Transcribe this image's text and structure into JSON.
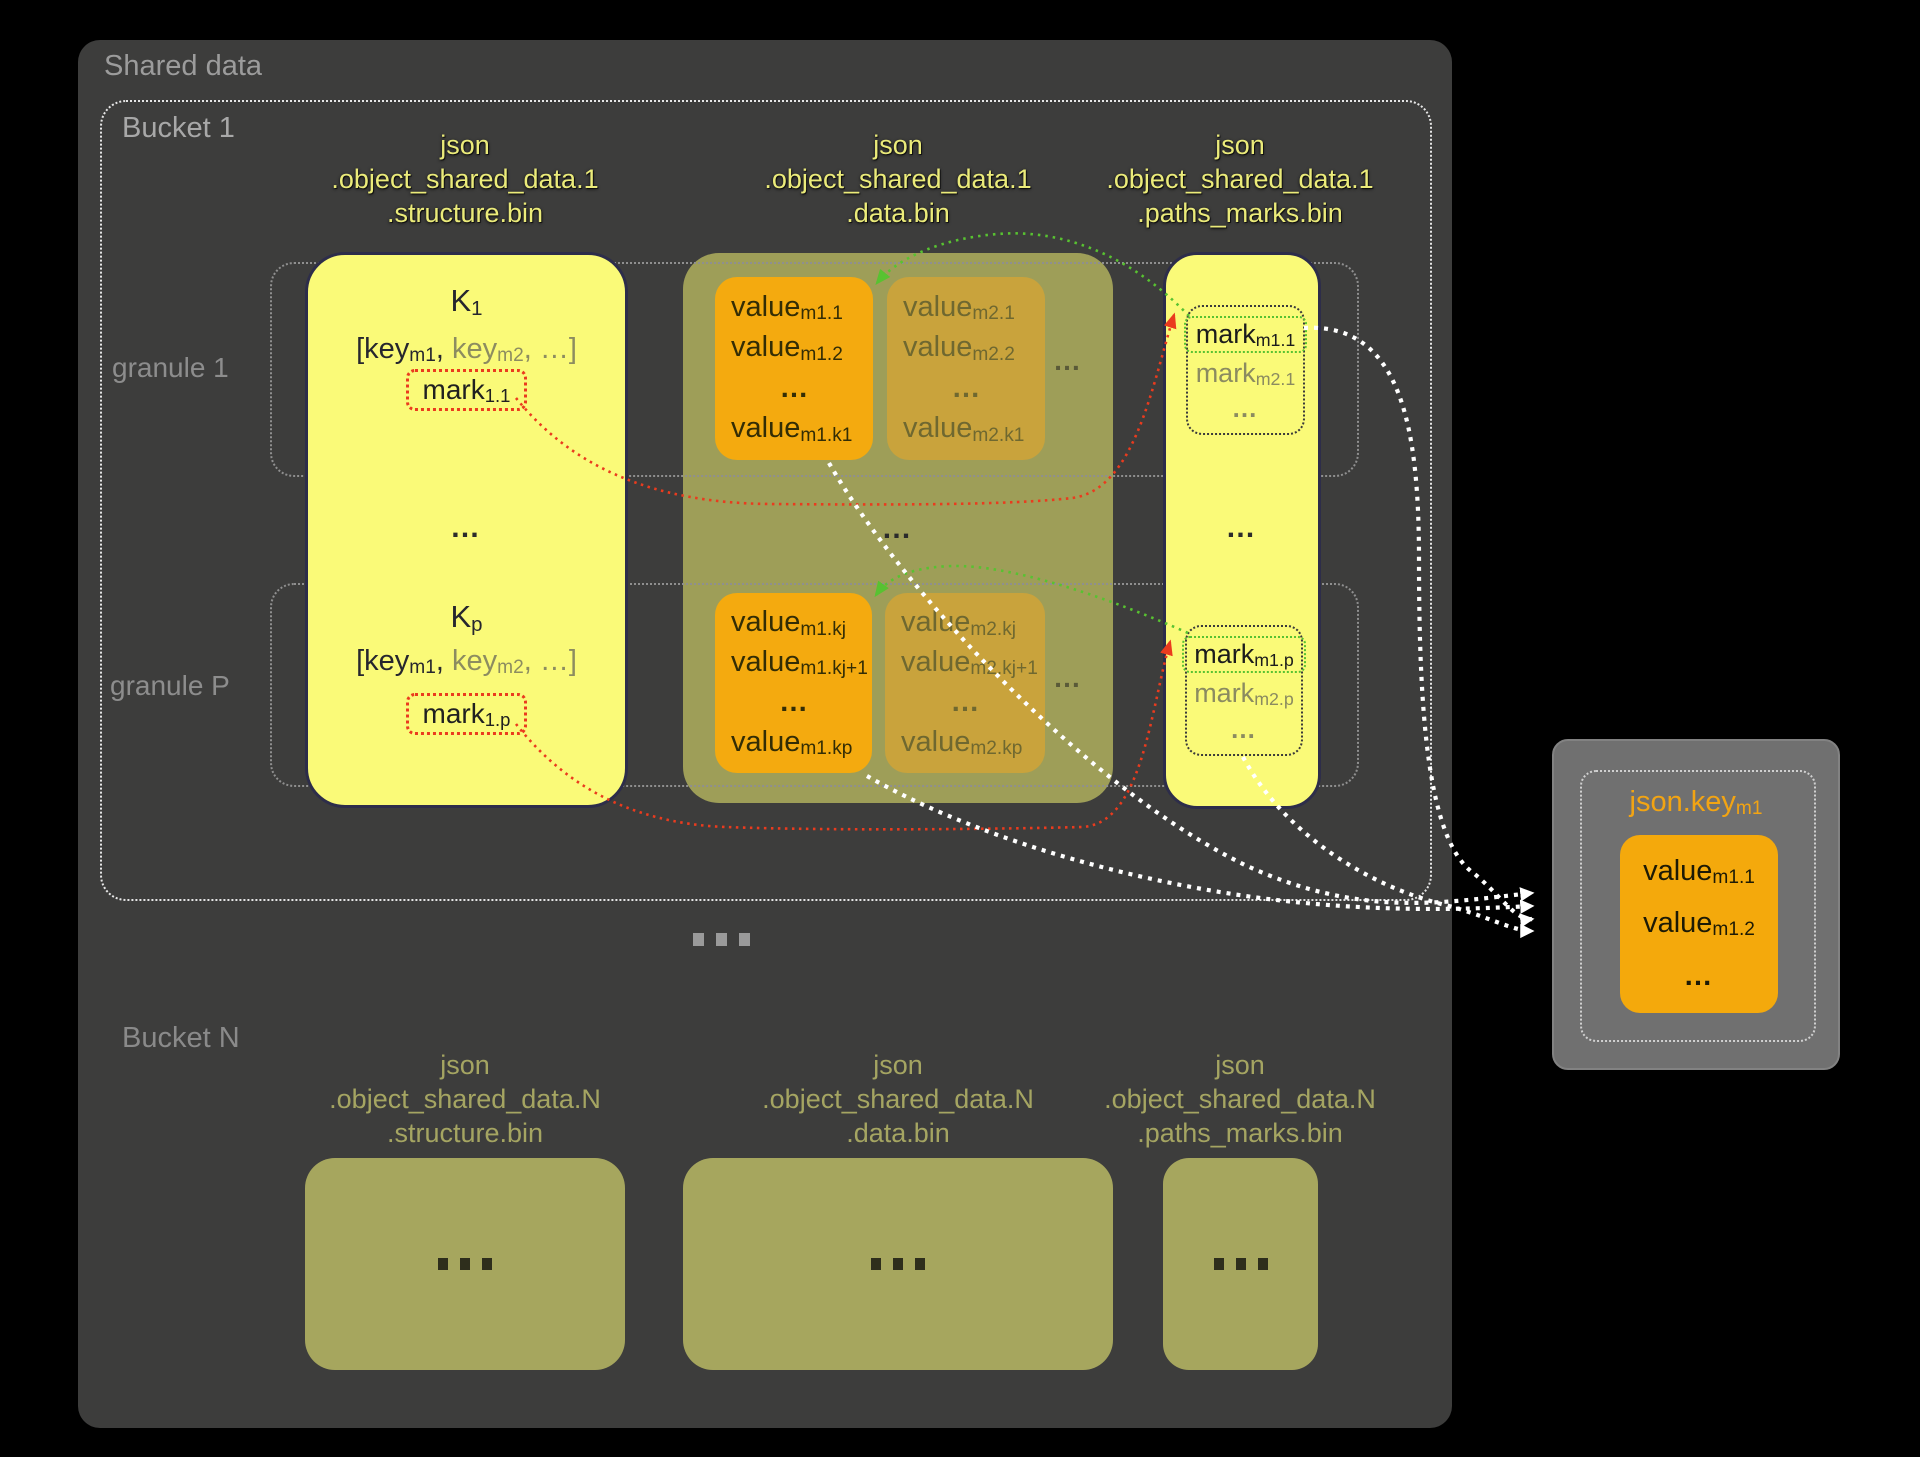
{
  "colors": {
    "background": "#000000",
    "panel_gray": "#3d3d3c",
    "bucket1_border": "#e6e6e6",
    "bucketN_border": "#75754e",
    "header_yellow": "#ebeb7a",
    "header_olive": "#a5a562",
    "box_yellow": "#fafa78",
    "box_border_navy": "#2d2d4a",
    "olive_container": "#9e9e58",
    "value_orange": "#f4aa0f",
    "value_dull_orange": "#c9a33c",
    "bucketN_box": "#a6a65e",
    "result_gray": "#707070",
    "result_title_orange": "#f2a413",
    "arrow_red": "#ea3b1e",
    "arrow_green": "#58c231",
    "arrow_white": "#ffffff"
  },
  "shared": {
    "label": "Shared data"
  },
  "bucket1": {
    "label": "Bucket 1",
    "granule1_label": "granule 1",
    "granuleP_label": "granule P",
    "headers": {
      "structure": [
        "json",
        ".object_shared_data.1",
        ".structure.bin"
      ],
      "data": [
        "json",
        ".object_shared_data.1",
        ".data.bin"
      ],
      "paths": [
        "json",
        ".object_shared_data.1",
        ".paths_marks.bin"
      ]
    },
    "structure": {
      "g1": {
        "key": {
          "t": "K",
          "s": "1"
        },
        "list": {
          "open": "[key",
          "sub1": "m1",
          "sep": ", ",
          "k2": "key",
          "sub2": "m2",
          "close": ", …]"
        },
        "mark": {
          "t": "mark",
          "s": "1.1"
        }
      },
      "dots": "…",
      "gp": {
        "key": {
          "t": "K",
          "s": "p"
        },
        "list": {
          "open": "[key",
          "sub1": "m1",
          "sep": ", ",
          "k2": "key",
          "sub2": "m2",
          "close": ", …]"
        },
        "mark": {
          "t": "mark",
          "s": "1.p"
        }
      }
    },
    "data": {
      "g1": {
        "m1": [
          {
            "t": "value",
            "s": "m1.1"
          },
          {
            "t": "value",
            "s": "m1.2"
          },
          {
            "t": "…"
          },
          {
            "t": "value",
            "s": "m1.k1"
          }
        ],
        "m2": [
          {
            "t": "value",
            "s": "m2.1"
          },
          {
            "t": "value",
            "s": "m2.2"
          },
          {
            "t": "…"
          },
          {
            "t": "value",
            "s": "m2.k1"
          }
        ],
        "side_dots": "…"
      },
      "dots": "…",
      "gp": {
        "m1": [
          {
            "t": "value",
            "s": "m1.kj"
          },
          {
            "t": "value",
            "s": "m1.kj+1"
          },
          {
            "t": "…"
          },
          {
            "t": "value",
            "s": "m1.kp"
          }
        ],
        "m2": [
          {
            "t": "value",
            "s": "m2.kj"
          },
          {
            "t": "value",
            "s": "m2.kj+1"
          },
          {
            "t": "…"
          },
          {
            "t": "value",
            "s": "m2.kp"
          }
        ],
        "side_dots": "…"
      }
    },
    "paths": {
      "g1": {
        "m1": {
          "t": "mark",
          "s": "m1.1"
        },
        "m2": {
          "t": "mark",
          "s": "m2.1"
        },
        "dots": "…"
      },
      "dots": "…",
      "gp": {
        "m1": {
          "t": "mark",
          "s": "m1.p"
        },
        "m2": {
          "t": "mark",
          "s": "m2.p"
        },
        "dots": "…"
      }
    }
  },
  "between_buckets_dots": "···",
  "bucketN": {
    "label": "Bucket N",
    "headers": {
      "structure": [
        "json",
        ".object_shared_data.N",
        ".structure.bin"
      ],
      "data": [
        "json",
        ".object_shared_data.N",
        ".data.bin"
      ],
      "paths": [
        "json",
        ".object_shared_data.N",
        ".paths_marks.bin"
      ]
    },
    "box_dots": "···"
  },
  "result": {
    "title": {
      "t": "json.key",
      "s": "m1"
    },
    "values": [
      {
        "t": "value",
        "s": "m1.1"
      },
      {
        "t": "value",
        "s": "m1.2"
      },
      {
        "t": "…"
      }
    ]
  }
}
